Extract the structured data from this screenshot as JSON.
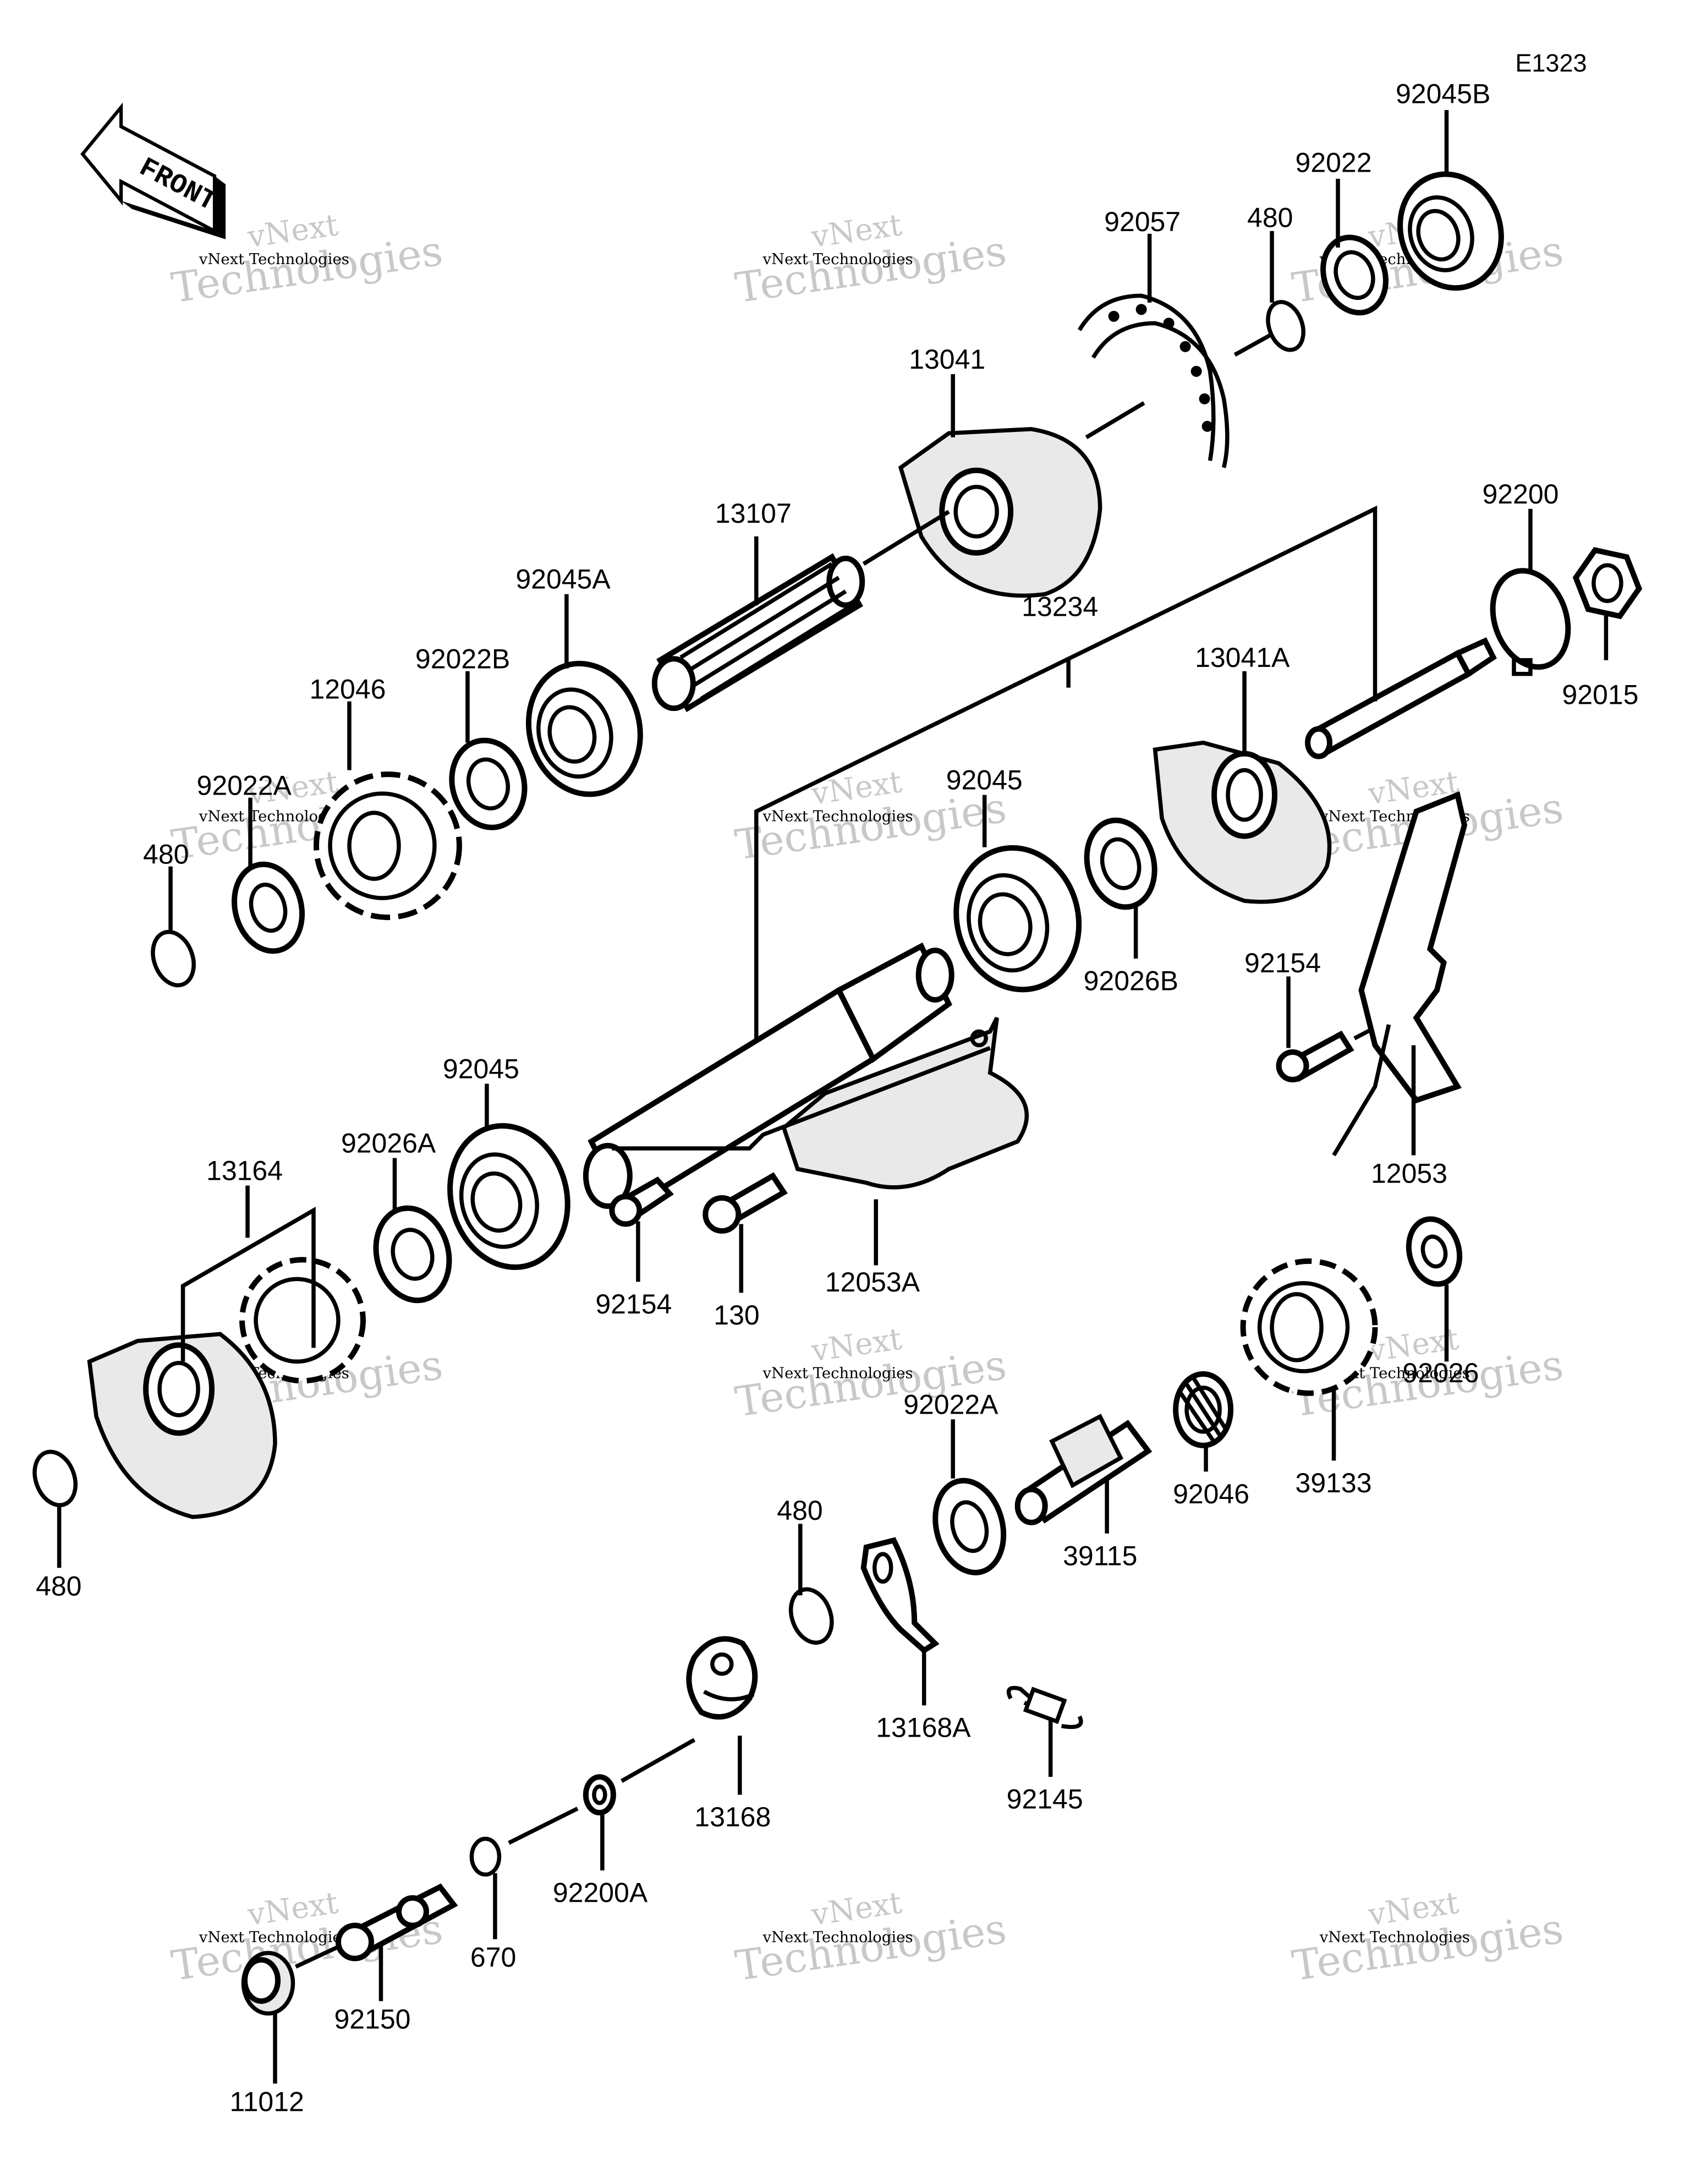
{
  "diagram": {
    "code": "E1323",
    "front_label": "FRONT",
    "watermark": {
      "brand": "vNext",
      "text": "Technologies",
      "caption": "vNext Technologies"
    },
    "part_numbers": {
      "p92045B": "92045B",
      "p92022": "92022",
      "p92057": "92057",
      "p480_top": "480",
      "p13041": "13041",
      "p13107": "13107",
      "p13234": "13234",
      "p92200": "92200",
      "p92015": "92015",
      "p92045A": "92045A",
      "p92022B": "92022B",
      "p12046": "12046",
      "p92022A_left": "92022A",
      "p480_left": "480",
      "p13041A": "13041A",
      "p92045_mid": "92045",
      "p92026B": "92026B",
      "p92154_right": "92154",
      "p12053": "12053",
      "p92045_low": "92045",
      "p92026A": "92026A",
      "p13164": "13164",
      "p92154_low": "92154",
      "p130": "130",
      "p12053A": "12053A",
      "p92026": "92026",
      "p39133": "39133",
      "p92046": "92046",
      "p92022A_low": "92022A",
      "p39115": "39115",
      "p480_bottom_left": "480",
      "p480_mid": "480",
      "p13168A": "13168A",
      "p92145": "92145",
      "p13168": "13168",
      "p92200A": "92200A",
      "p670": "670",
      "p92150": "92150",
      "p11012": "11012"
    }
  }
}
